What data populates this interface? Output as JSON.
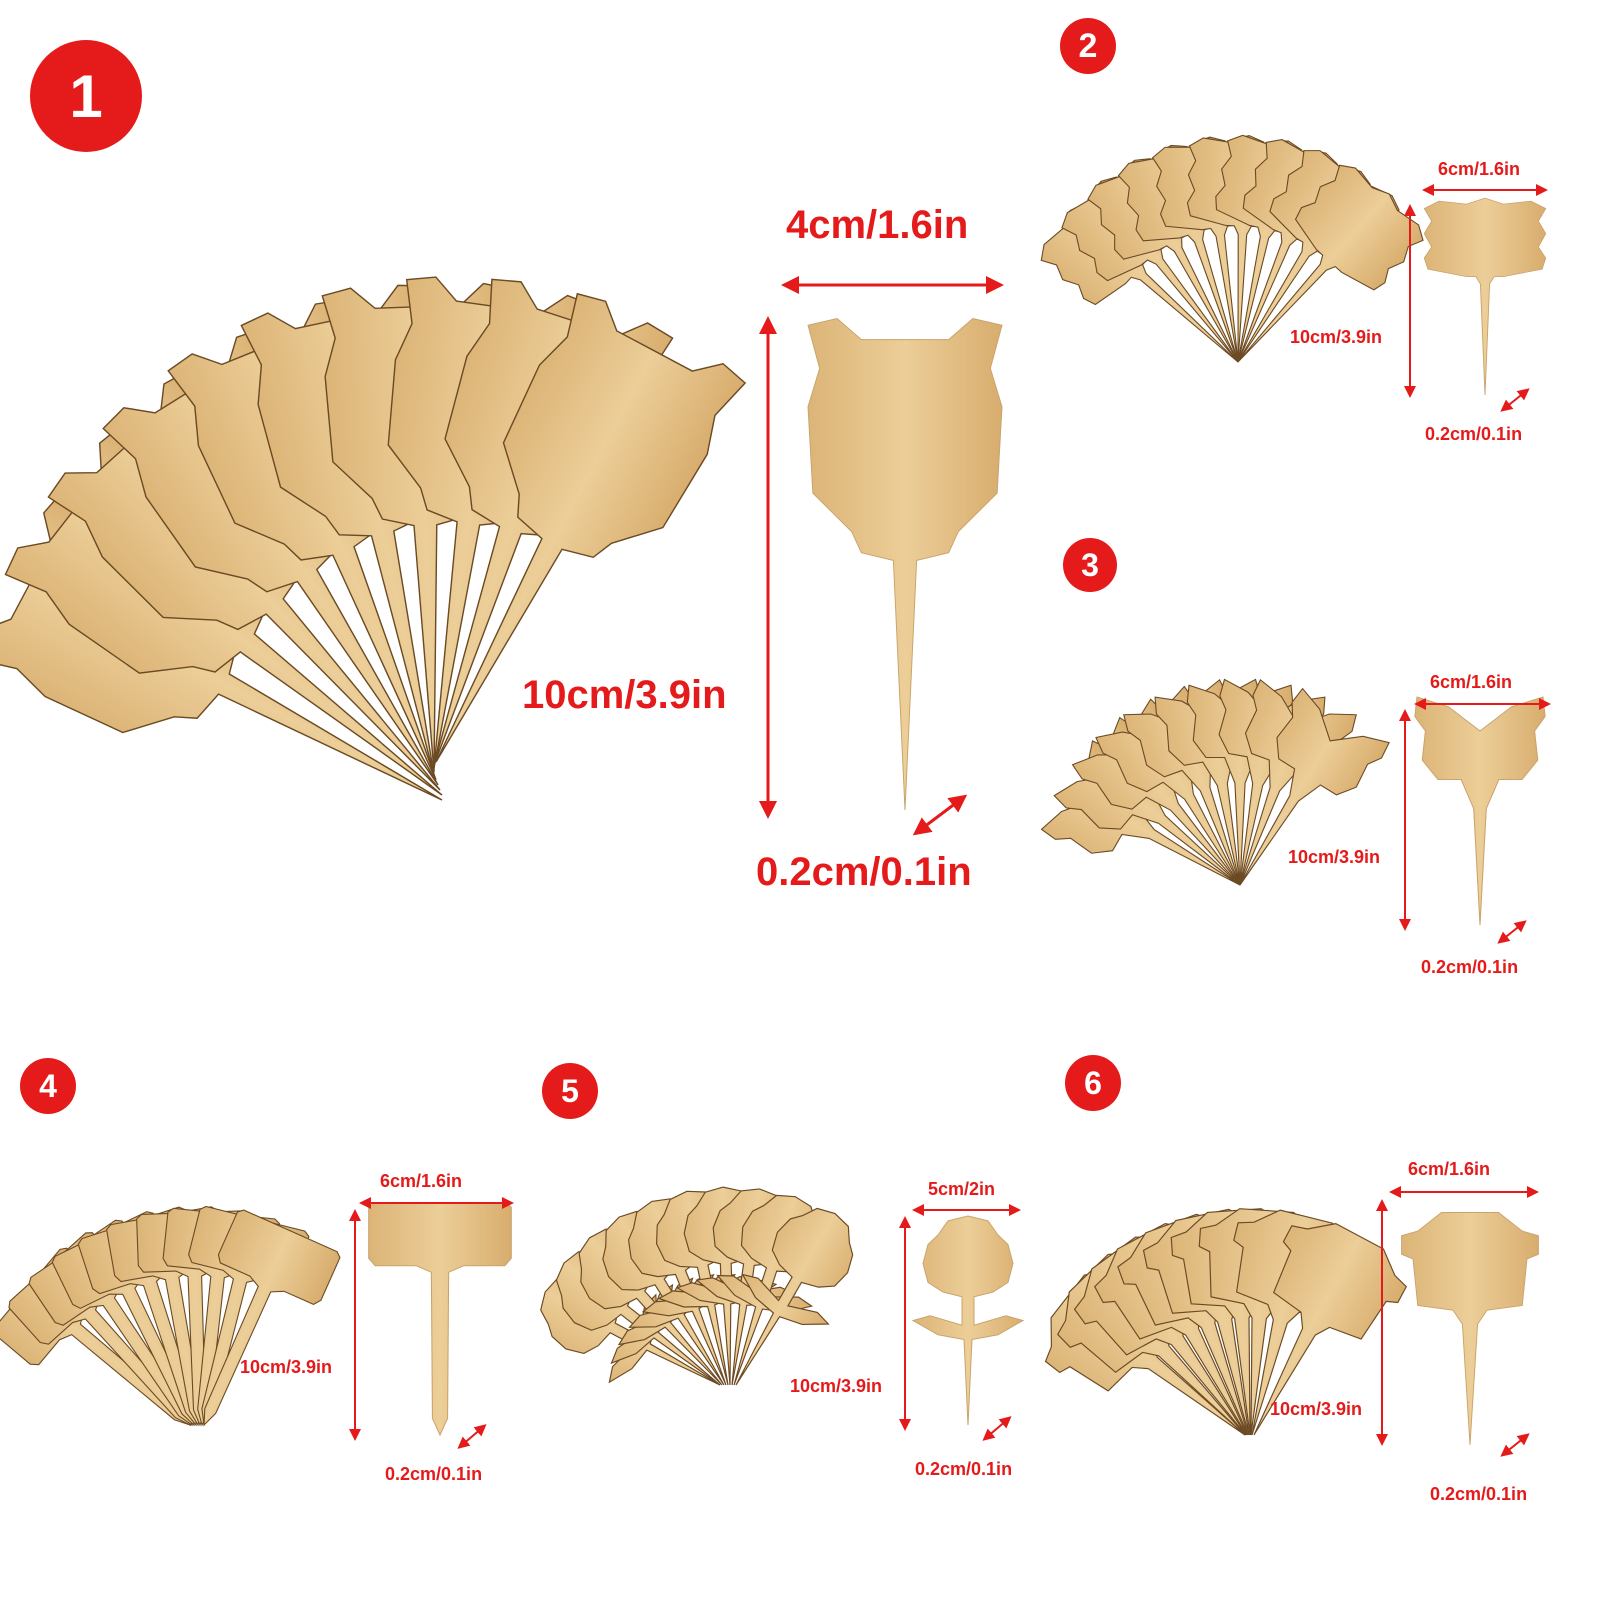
{
  "colors": {
    "accent_red": "#e51a1a",
    "bamboo_light": "#e8c48a",
    "bamboo_dark": "#c99a5c",
    "background": "#ffffff"
  },
  "panels": [
    {
      "number": "1",
      "shape": "owl",
      "width_label": "4cm/1.6in",
      "height_label": "10cm/3.9in",
      "thickness_label": "0.2cm/0.1in"
    },
    {
      "number": "2",
      "shape": "scalloped-rectangle",
      "width_label": "6cm/1.6in",
      "height_label": "10cm/3.9in",
      "thickness_label": "0.2cm/0.1in"
    },
    {
      "number": "3",
      "shape": "butterfly",
      "width_label": "6cm/1.6in",
      "height_label": "10cm/3.9in",
      "thickness_label": "0.2cm/0.1in"
    },
    {
      "number": "4",
      "shape": "rectangle",
      "width_label": "6cm/1.6in",
      "height_label": "10cm/3.9in",
      "thickness_label": "0.2cm/0.1in"
    },
    {
      "number": "5",
      "shape": "flower",
      "width_label": "5cm/2in",
      "height_label": "10cm/3.9in",
      "thickness_label": "0.2cm/0.1in"
    },
    {
      "number": "6",
      "shape": "house",
      "width_label": "6cm/1.6in",
      "height_label": "10cm/3.9in",
      "thickness_label": "0.2cm/0.1in"
    }
  ]
}
